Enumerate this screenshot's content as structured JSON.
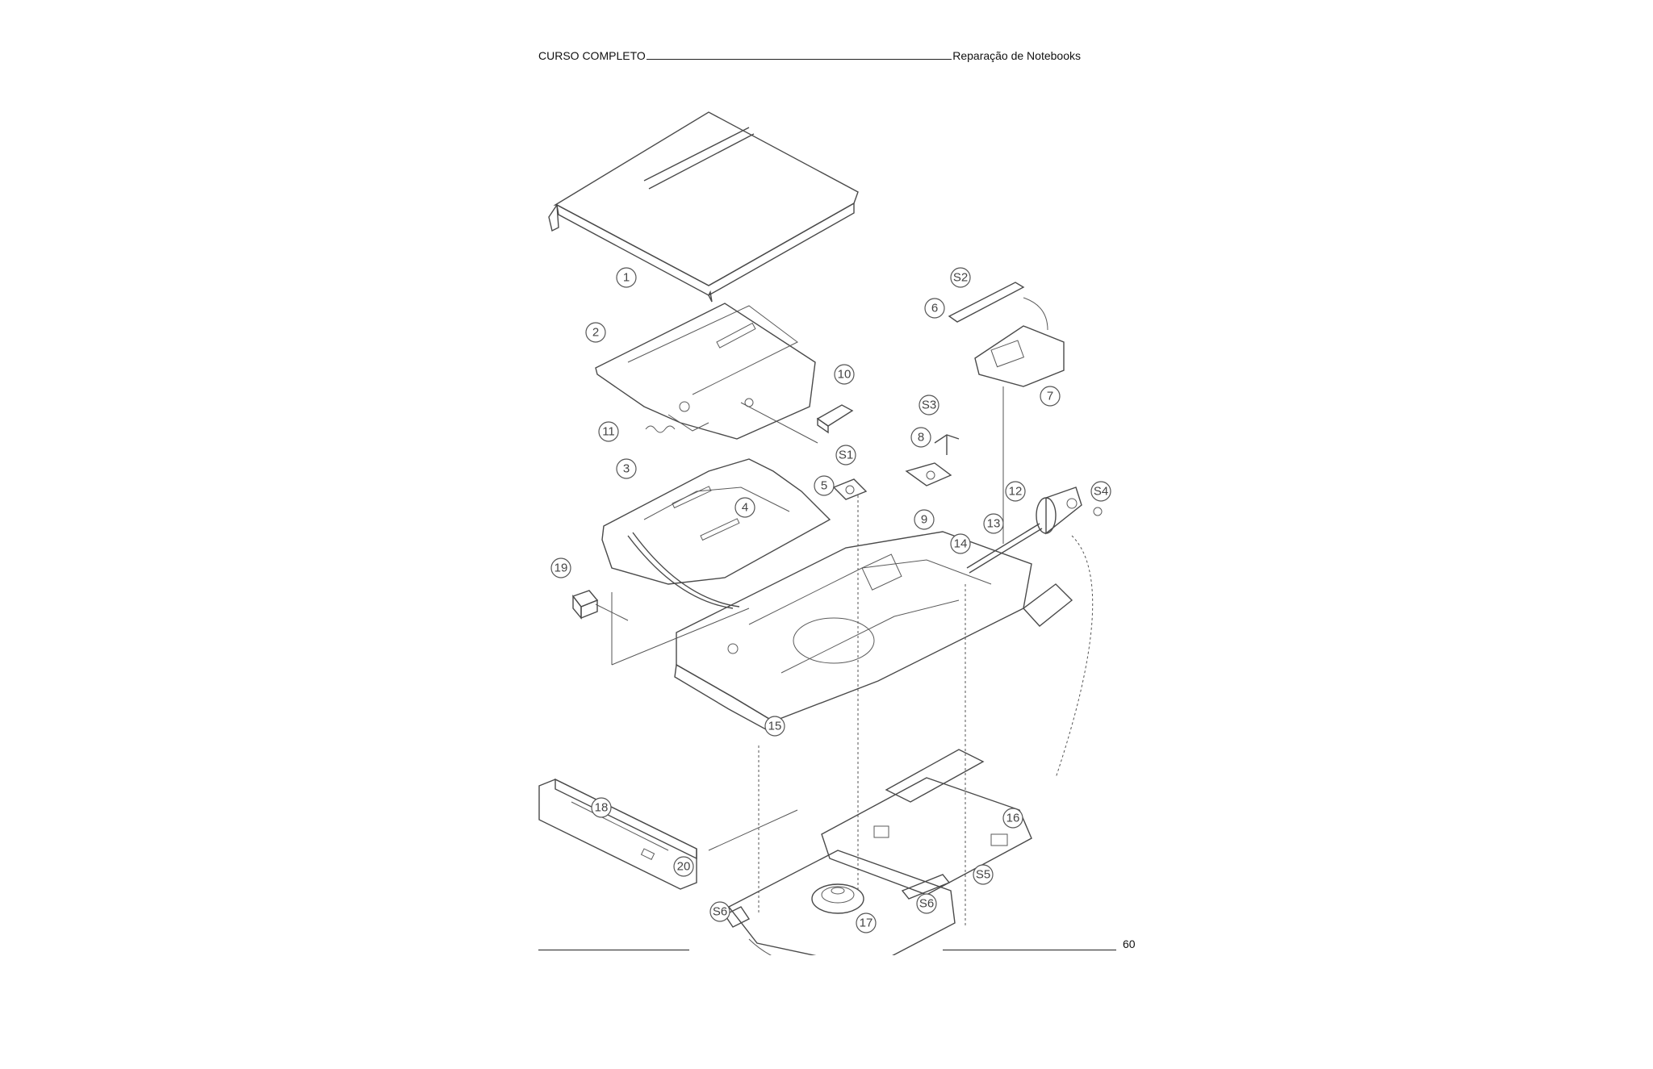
{
  "header": {
    "left": "CURSO COMPLETO",
    "right": "Reparação de Notebooks"
  },
  "footer": {
    "page_number": "60"
  },
  "figure": {
    "callouts": [
      "1",
      "2",
      "3",
      "4",
      "5",
      "6",
      "7",
      "8",
      "9",
      "10",
      "11",
      "12",
      "13",
      "14",
      "15",
      "16",
      "17",
      "18",
      "19",
      "20",
      "S1",
      "S2",
      "S3",
      "S4",
      "S5",
      "S6",
      "S6"
    ]
  }
}
